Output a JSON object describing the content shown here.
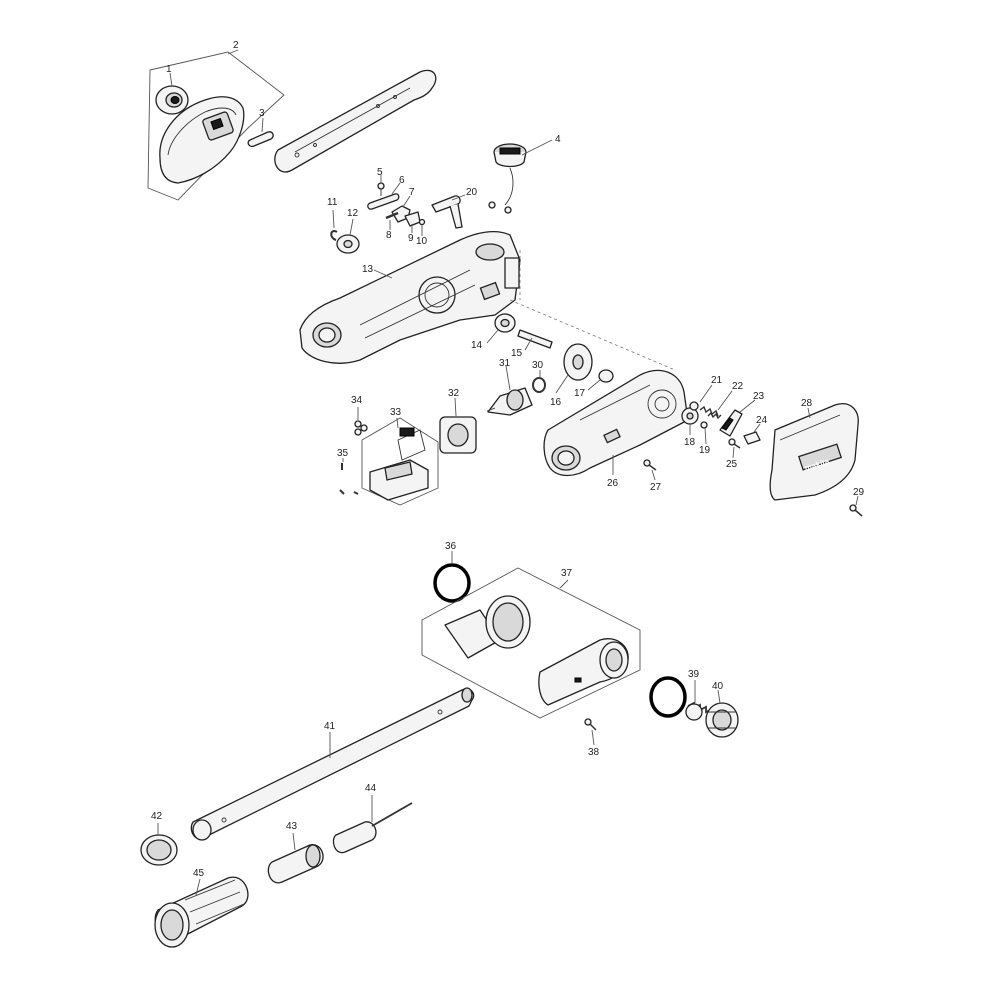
{
  "callouts": {
    "c1": "1",
    "c2": "2",
    "c3": "3",
    "c4": "4",
    "c5": "5",
    "c6": "6",
    "c7": "7",
    "c8": "8",
    "c9": "9",
    "c10": "10",
    "c11": "11",
    "c12": "12",
    "c13": "13",
    "c14": "14",
    "c15": "15",
    "c16": "16",
    "c17": "17",
    "c18": "18",
    "c19": "19",
    "c20": "20",
    "c21": "21",
    "c22": "22",
    "c23": "23",
    "c24": "24",
    "c25": "25",
    "c26": "26",
    "c27": "27",
    "c28": "28",
    "c29": "29",
    "c30": "30",
    "c31": "31",
    "c32": "32",
    "c33": "33",
    "c34": "34",
    "c35": "35",
    "c36": "36",
    "c37": "37",
    "c38": "38",
    "c39": "39",
    "c40": "40",
    "c41": "41",
    "c42": "42",
    "c43": "43",
    "c44": "44",
    "c45": "45"
  },
  "cover_logo_text": "makita"
}
